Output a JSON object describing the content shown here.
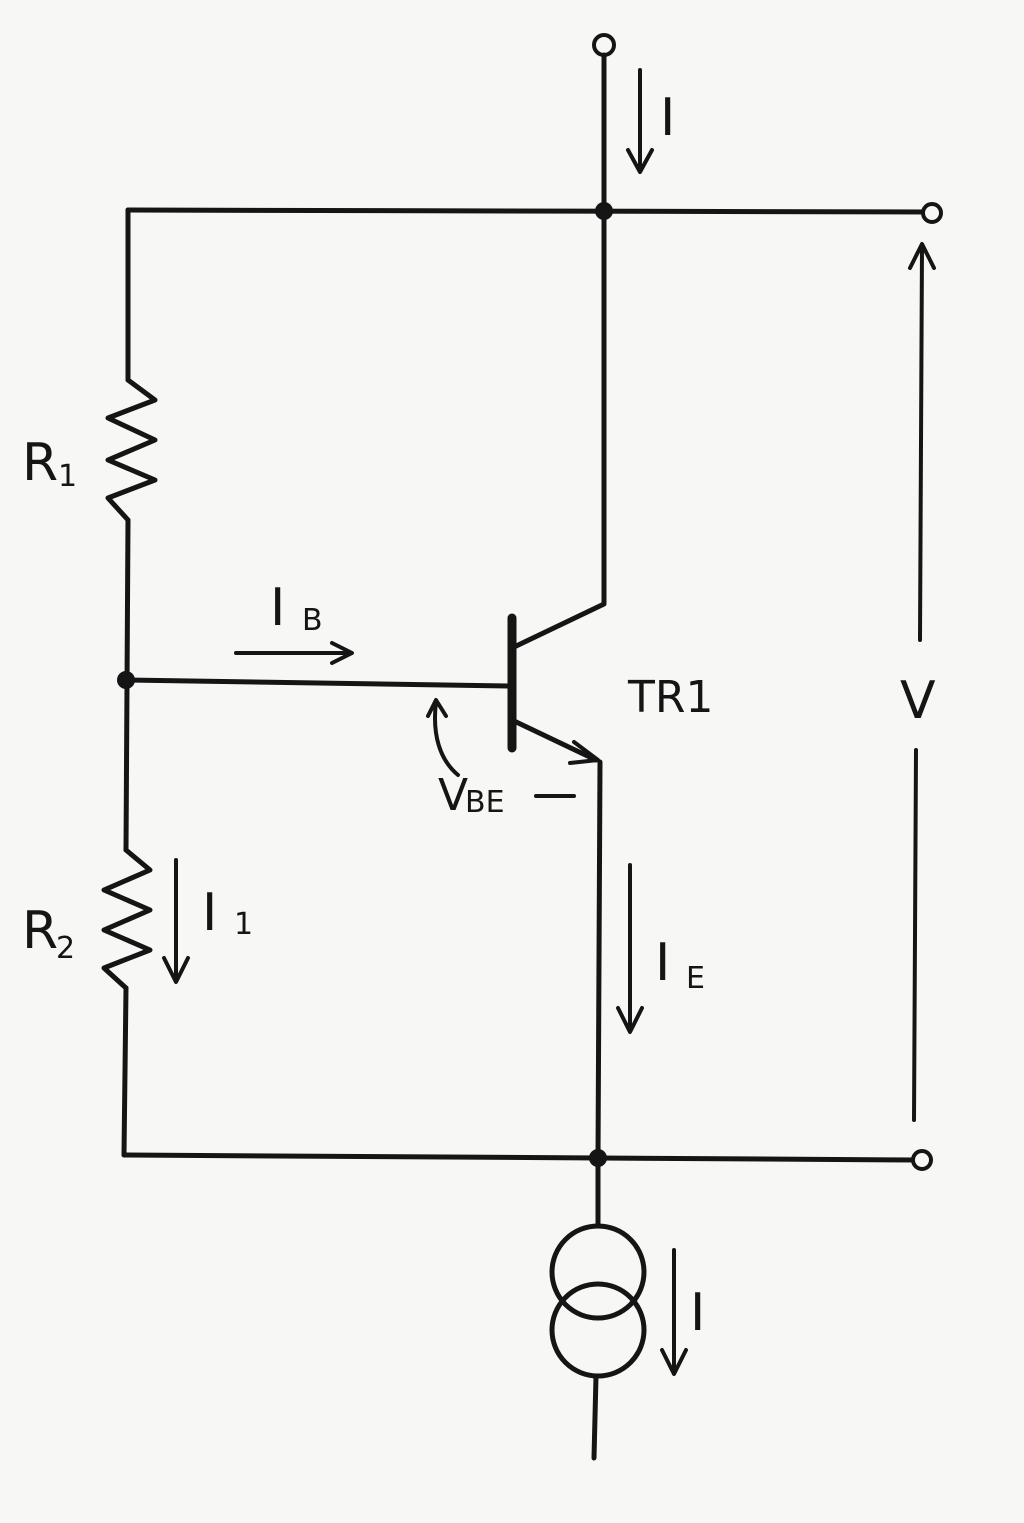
{
  "labels": {
    "input_current": "I",
    "r1": "R",
    "r1_sub": "1",
    "r2": "R",
    "r2_sub": "2",
    "base_current": "I",
    "base_current_sub": "B",
    "transistor": "TR1",
    "vbe": "V",
    "vbe_sub": "BE",
    "divider_current": "I",
    "divider_current_sub": "1",
    "emitter_current": "I",
    "emitter_current_sub": "E",
    "voltage": "V",
    "source_current": "I"
  },
  "colors": {
    "ink": "#151515",
    "paper": "#f7f7f5"
  }
}
